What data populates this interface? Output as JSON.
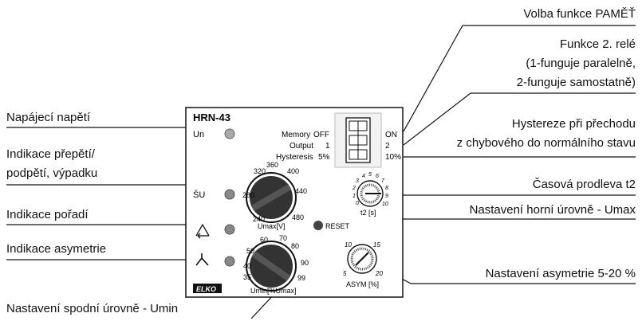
{
  "callouts": {
    "supply_voltage": "Napájecí napětí",
    "overvoltage_line1": "Indikace přepětí/",
    "overvoltage_line2": "podpětí, výpadku",
    "sequence": "Indikace pořadí",
    "asymmetry": "Indikace asymetrie",
    "lower_level": "Nastavení spodní úrovně - Umin",
    "memory_function": "Volba funkce PAMĚŤ",
    "relay2_line1": "Funkce 2. relé",
    "relay2_line2": "(1-funguje paralelně,",
    "relay2_line3": "2-funguje samostatně)",
    "hysteresis_line1": "Hystereze při přechodu",
    "hysteresis_line2": "z chybového do normálního stavu",
    "time_delay": "Časová prodleva t2",
    "upper_level": "Nastavení horní úrovně - Umax",
    "asym_setting": "Nastavení asymetrie 5-20 %"
  },
  "panel": {
    "model": "HRN-43",
    "un_label": "Un",
    "su_label": "ŠU",
    "memory": "Memory",
    "output": "Output",
    "hysteresis": "Hysteresis",
    "off": "OFF",
    "on": "ON",
    "one": "1",
    "two": "2",
    "p5": "5%",
    "p10": "10%",
    "reset": "RESET",
    "brand": "ELKO",
    "umax_label": "Umax[V]",
    "umin_label": "Umin[%Umax]",
    "t2_label": "t2 [s]",
    "asym_label": "ASYM [%]"
  },
  "dials": {
    "umax_ticks": [
      "240",
      "280",
      "320",
      "360",
      "400",
      "440",
      "480"
    ],
    "umin_ticks": [
      "35",
      "40",
      "50",
      "60",
      "70",
      "80",
      "90",
      "99"
    ],
    "t2_ticks": [
      "0",
      "1",
      "2",
      "3",
      "4",
      "5",
      "6",
      "7",
      "8",
      "9",
      "10"
    ],
    "asym_ticks": [
      "5",
      "10",
      "15",
      "20"
    ]
  },
  "colors": {
    "line": "#111111",
    "led": "#999999",
    "knob": "#333333"
  }
}
